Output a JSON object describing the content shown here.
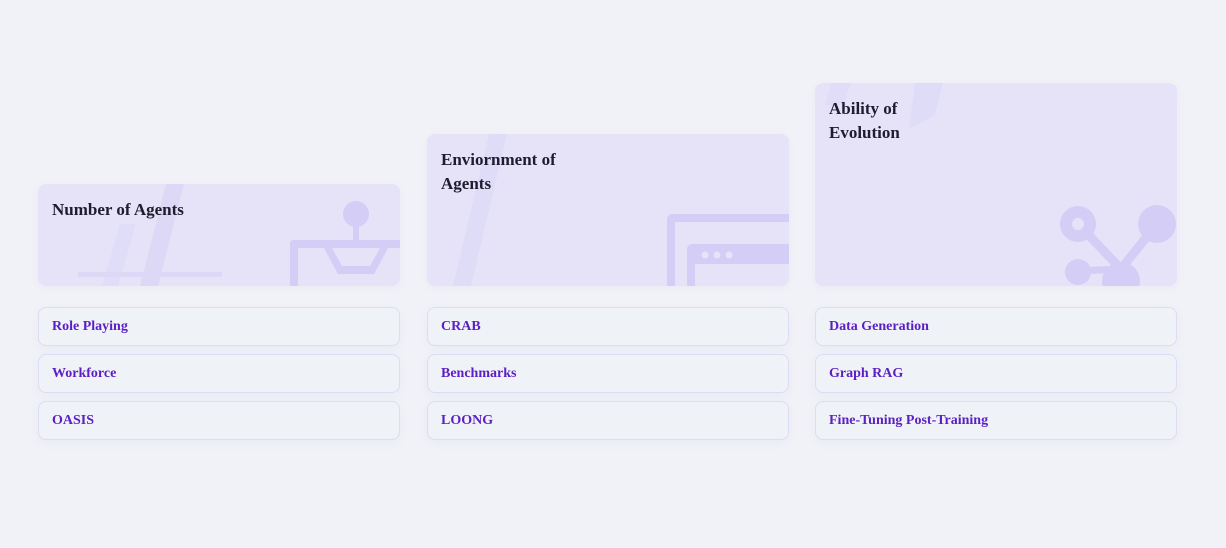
{
  "colors": {
    "background": "#f1f2f7",
    "header_card": "#e6e3f9",
    "item_text": "#5b1fc4",
    "title_text": "#1f1c2e"
  },
  "columns": [
    {
      "title": "Number of Agents",
      "icon": "robot-arm-icon",
      "items": [
        {
          "label": "Role Playing"
        },
        {
          "label": "Workforce"
        },
        {
          "label": "OASIS"
        }
      ]
    },
    {
      "title": "Enviornment of Agents",
      "icon": "browser-window-icon",
      "items": [
        {
          "label": "CRAB"
        },
        {
          "label": "Benchmarks"
        },
        {
          "label": "LOONG"
        }
      ]
    },
    {
      "title": "Ability of Evolution",
      "icon": "graph-nodes-icon",
      "items": [
        {
          "label": "Data Generation"
        },
        {
          "label": "Graph RAG"
        },
        {
          "label": "Fine-Tuning Post-Training"
        }
      ]
    }
  ]
}
